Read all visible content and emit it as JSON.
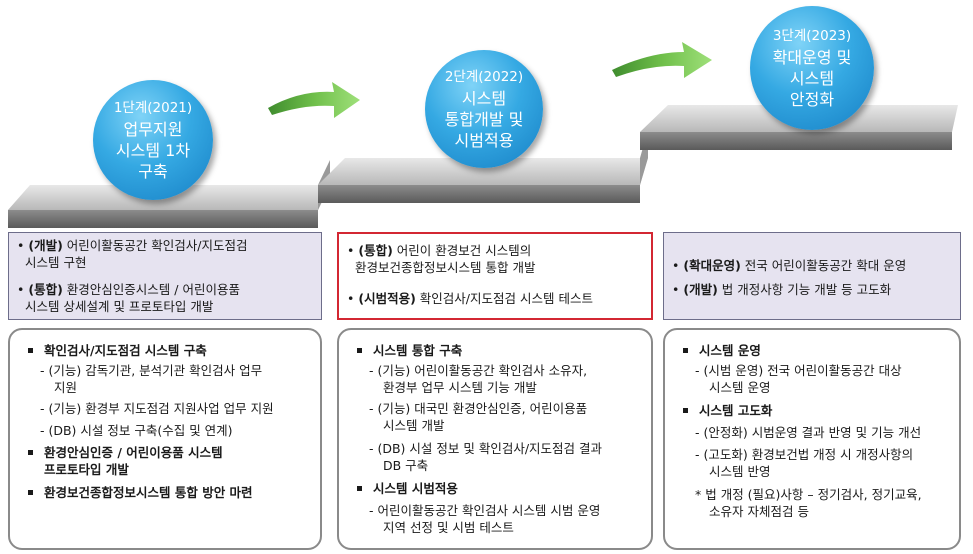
{
  "stages": [
    {
      "year": "1단계(2021)",
      "title_lines": [
        "업무지원",
        "시스템 1차",
        "구축"
      ]
    },
    {
      "year": "2단계(2022)",
      "title_lines": [
        "시스템",
        "통합개발 및",
        "시범적용"
      ]
    },
    {
      "year": "3단계(2023)",
      "title_lines": [
        "확대운영 및",
        "시스템",
        "안정화"
      ]
    }
  ],
  "summaries": [
    {
      "items": [
        {
          "tag": "(개발)",
          "lines": [
            "어린이활동공간 확인검사/지도점검",
            "시스템 구현"
          ]
        },
        {
          "tag": "(통합)",
          "lines": [
            "환경안심인증시스템 / 어린이용품",
            "시스템 상세설계 및 프로토타입 개발"
          ]
        }
      ]
    },
    {
      "items": [
        {
          "tag": "(통합)",
          "lines": [
            "어린이 환경보건 시스템의",
            "환경보건종합정보시스템 통합 개발"
          ]
        },
        {
          "tag": "(시범적용)",
          "lines": [
            "확인검사/지도점검 시스템 테스트"
          ]
        }
      ]
    },
    {
      "items": [
        {
          "tag": "(확대운영)",
          "lines": [
            "전국 어린이활동공간 확대 운영"
          ]
        },
        {
          "tag": "(개발)",
          "lines": [
            "법 개정사항 기능 개발 등 고도화"
          ]
        }
      ]
    }
  ],
  "details": [
    {
      "rows": [
        {
          "type": "main",
          "lines": [
            "확인검사/지도점검 시스템 구축"
          ]
        },
        {
          "type": "sub",
          "lines": [
            "- (기능) 감독기관, 분석기관 확인검사 업무",
            "지원"
          ]
        },
        {
          "type": "sub",
          "lines": [
            "- (기능) 환경부 지도점검 지원사업 업무 지원"
          ]
        },
        {
          "type": "sub",
          "lines": [
            "- (DB) 시설 정보 구축(수집 및 연계)"
          ]
        },
        {
          "type": "main",
          "lines": [
            "환경안심인증 / 어린이용품 시스템",
            "프로토타입 개발"
          ]
        },
        {
          "type": "main",
          "lines": [
            "환경보건종합정보시스템 통합 방안 마련"
          ]
        }
      ]
    },
    {
      "rows": [
        {
          "type": "main",
          "lines": [
            "시스템 통합 구축"
          ]
        },
        {
          "type": "sub",
          "lines": [
            "- (기능) 어린이활동공간 확인검사 소유자,",
            "환경부 업무 시스템 기능 개발"
          ]
        },
        {
          "type": "sub",
          "lines": [
            "- (기능) 대국민 환경안심인증, 어린이용품",
            "시스템 개발"
          ]
        },
        {
          "type": "sub",
          "lines": [
            "- (DB) 시설 정보 및 확인검사/지도점검 결과",
            "DB 구축"
          ]
        },
        {
          "type": "main",
          "lines": [
            "시스템 시범적용"
          ]
        },
        {
          "type": "sub",
          "lines": [
            "- 어린이활동공간 확인검사 시스템 시범 운영",
            "지역 선정 및 시범 테스트"
          ]
        }
      ]
    },
    {
      "rows": [
        {
          "type": "main",
          "lines": [
            "시스템 운영"
          ]
        },
        {
          "type": "sub",
          "lines": [
            "- (시범 운영) 전국 어린이활동공간 대상",
            "시스템 운영"
          ]
        },
        {
          "type": "main",
          "lines": [
            "시스템 고도화"
          ]
        },
        {
          "type": "sub",
          "lines": [
            "- (안정화) 시범운영 결과 반영 및 기능 개선"
          ]
        },
        {
          "type": "sub",
          "lines": [
            "- (고도화) 환경보건법 개정 시 개정사항의",
            "시스템 반영"
          ]
        },
        {
          "type": "sub",
          "lines": [
            "* 법 개정 (필요)사항 – 정기검사, 정기교육,",
            "소유자 자체점검 등"
          ]
        }
      ]
    }
  ],
  "colors": {
    "circle": "#2a9ad8",
    "arrow": "#6fbf4a",
    "summary_bg": "#e6e3f0",
    "highlight_border": "#d32732"
  }
}
